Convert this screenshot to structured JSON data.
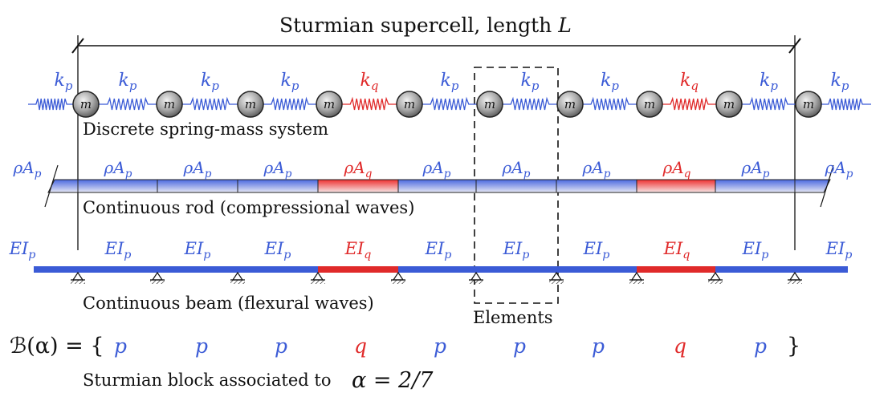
{
  "title": {
    "text": "Sturmian supercell, length",
    "symbol": "L"
  },
  "colors": {
    "p": "#3b5bd6",
    "q": "#e02a2a",
    "black": "#111111"
  },
  "spring_mass": {
    "caption": "Discrete spring-mass system",
    "mass_label": "m",
    "spring_labels": [
      {
        "base": "k",
        "sub": "p",
        "type": "p"
      },
      {
        "base": "k",
        "sub": "p",
        "type": "p"
      },
      {
        "base": "k",
        "sub": "p",
        "type": "p"
      },
      {
        "base": "k",
        "sub": "p",
        "type": "p"
      },
      {
        "base": "k",
        "sub": "q",
        "type": "q"
      },
      {
        "base": "k",
        "sub": "p",
        "type": "p"
      },
      {
        "base": "k",
        "sub": "p",
        "type": "p"
      },
      {
        "base": "k",
        "sub": "p",
        "type": "p"
      },
      {
        "base": "k",
        "sub": "q",
        "type": "q"
      },
      {
        "base": "k",
        "sub": "p",
        "type": "p"
      },
      {
        "base": "k",
        "sub": "p",
        "type": "p"
      }
    ]
  },
  "rod": {
    "caption": "Continuous rod (compressional waves)",
    "segment_labels": [
      {
        "base": "ρA",
        "sub": "p",
        "type": "p"
      },
      {
        "base": "ρA",
        "sub": "p",
        "type": "p"
      },
      {
        "base": "ρA",
        "sub": "p",
        "type": "p"
      },
      {
        "base": "ρA",
        "sub": "p",
        "type": "p"
      },
      {
        "base": "ρA",
        "sub": "q",
        "type": "q"
      },
      {
        "base": "ρA",
        "sub": "p",
        "type": "p"
      },
      {
        "base": "ρA",
        "sub": "p",
        "type": "p"
      },
      {
        "base": "ρA",
        "sub": "p",
        "type": "p"
      },
      {
        "base": "ρA",
        "sub": "q",
        "type": "q"
      },
      {
        "base": "ρA",
        "sub": "p",
        "type": "p"
      },
      {
        "base": "ρA",
        "sub": "p",
        "type": "p"
      }
    ]
  },
  "beam": {
    "caption": "Continuous beam (flexural waves)",
    "segment_labels": [
      {
        "base": "EI",
        "sub": "p",
        "type": "p"
      },
      {
        "base": "EI",
        "sub": "p",
        "type": "p"
      },
      {
        "base": "EI",
        "sub": "p",
        "type": "p"
      },
      {
        "base": "EI",
        "sub": "p",
        "type": "p"
      },
      {
        "base": "EI",
        "sub": "q",
        "type": "q"
      },
      {
        "base": "EI",
        "sub": "p",
        "type": "p"
      },
      {
        "base": "EI",
        "sub": "p",
        "type": "p"
      },
      {
        "base": "EI",
        "sub": "p",
        "type": "p"
      },
      {
        "base": "EI",
        "sub": "q",
        "type": "q"
      },
      {
        "base": "EI",
        "sub": "p",
        "type": "p"
      },
      {
        "base": "EI",
        "sub": "p",
        "type": "p"
      }
    ]
  },
  "elements_label": "Elements",
  "block": {
    "lhs": "ℬ(α) = {",
    "letters": [
      "p",
      "p",
      "p",
      "q",
      "p",
      "p",
      "p",
      "q",
      "p"
    ],
    "close": "}"
  },
  "caption_bottom": {
    "text": "Sturmian block associated to",
    "formula": "α = 2/7"
  }
}
